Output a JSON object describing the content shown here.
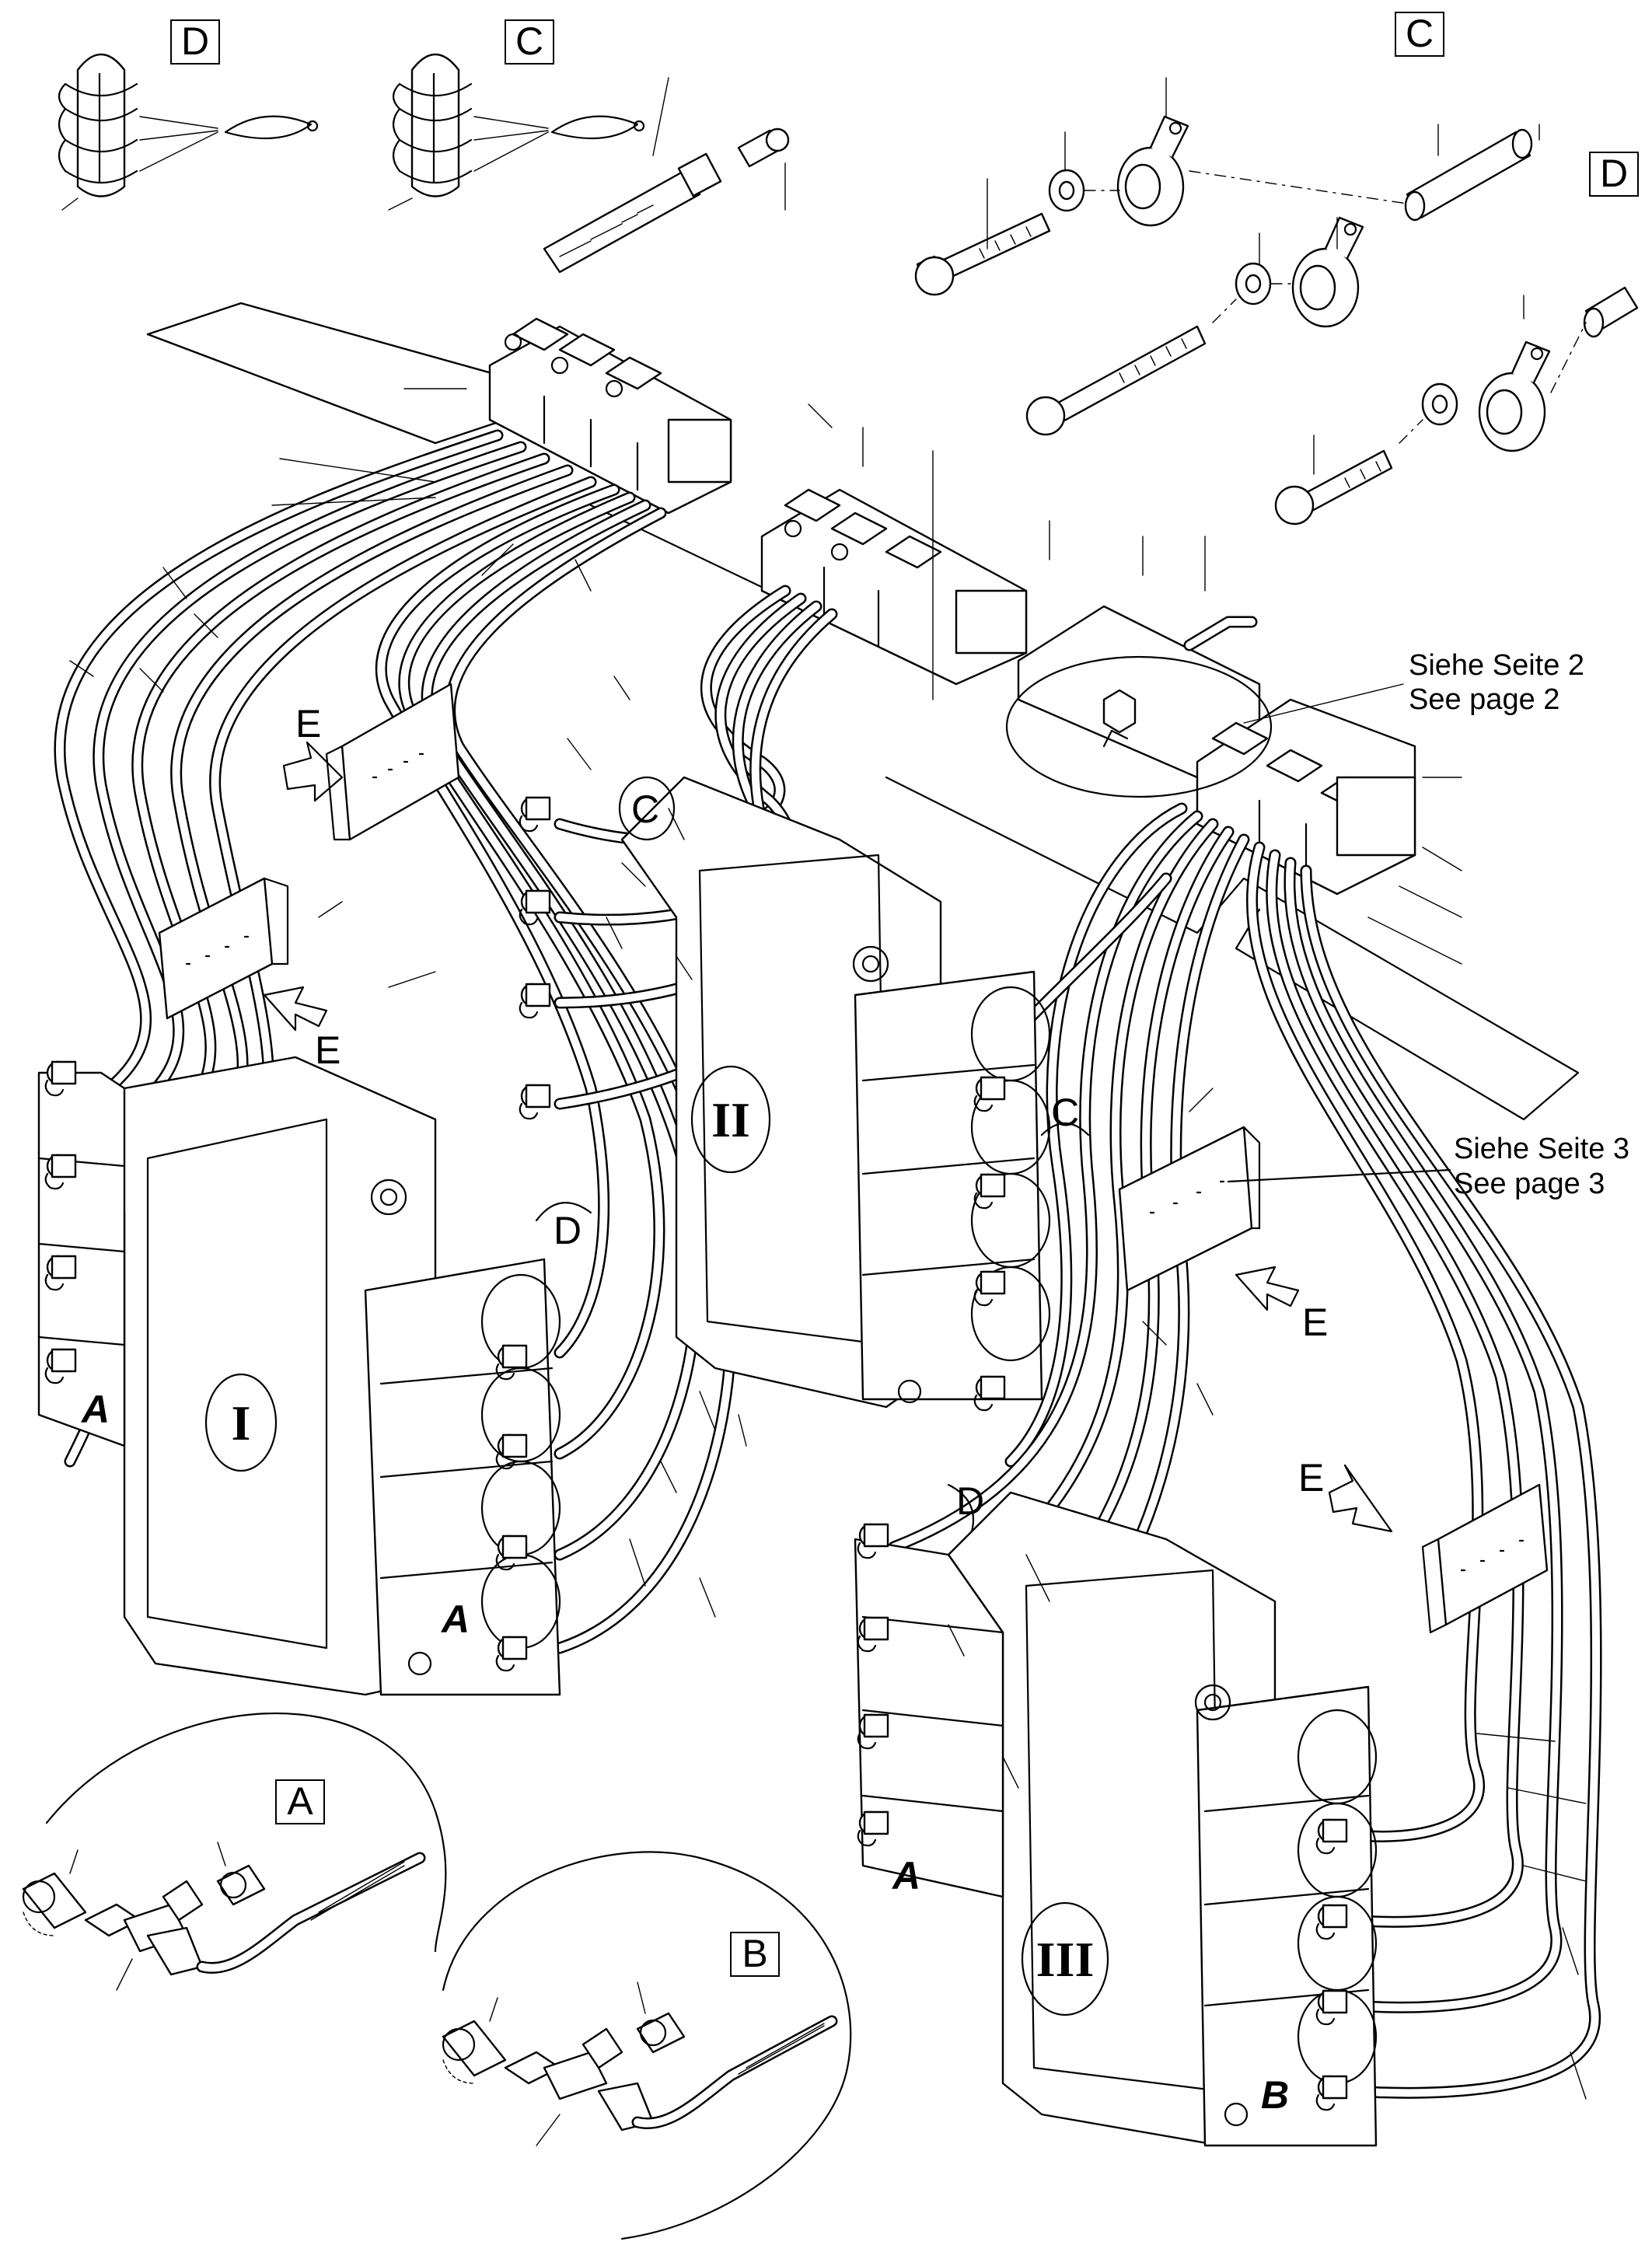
{
  "labels": {
    "D": "D",
    "C": "C",
    "E": "E",
    "A": "A",
    "B": "B"
  },
  "units": {
    "I": "I",
    "II": "II",
    "III": "III"
  },
  "notes": {
    "page2_de": "Siehe Seite 2",
    "page2_en": "See page 2",
    "page3_de": "Siehe Seite 3",
    "page3_en": "See page 3"
  }
}
